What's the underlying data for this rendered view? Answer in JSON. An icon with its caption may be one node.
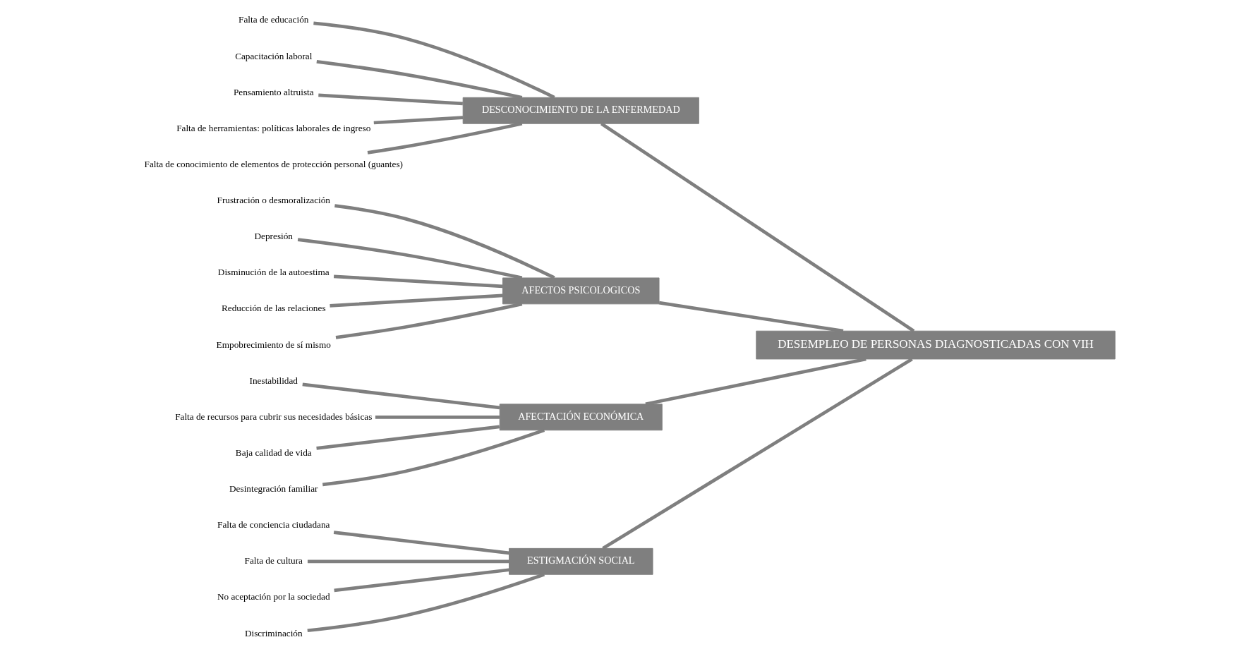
{
  "diagram": {
    "nodes": [
      {
        "text": [
          "ESTIGMACIÓN SOCIAL"
        ]
      },
      {
        "text": [
          "DESCONOCIMIENTO DE LA ENFERMEDAD"
        ]
      },
      {
        "text": [
          "DESEMPLEO DE PERSONAS DIAGNOSTICADAS CON VIH"
        ]
      },
      {
        "text": [
          "AFECTOS PSICOLOGICOS"
        ]
      },
      {
        "text": [
          "AFECTACIÓN ECONÓMICA"
        ]
      },
      {
        "text": [
          "Falta de conciencia ciudadana"
        ]
      },
      {
        "text": [
          "Falta de cultura"
        ]
      },
      {
        "text": [
          "No aceptación por la sociedad"
        ]
      },
      {
        "text": [
          "Discriminación"
        ]
      },
      {
        "text": [
          "Falta de educación"
        ]
      },
      {
        "text": [
          "Capacitación laboral"
        ]
      },
      {
        "text": [
          "Pensamiento altruista"
        ]
      },
      {
        "text": [
          "Falta de herramientas: políticas laborales de ingreso"
        ]
      },
      {
        "text": [
          "Falta de conocimiento de elementos de protección personal (guantes)"
        ]
      },
      {
        "text": [
          "Frustración o desmoralización"
        ]
      },
      {
        "text": [
          "Depresión"
        ]
      },
      {
        "text": [
          "Disminución de la autoestima"
        ]
      },
      {
        "text": [
          "Reducción de las relaciones"
        ]
      },
      {
        "text": [
          "Empobrecimiento de sí mismo"
        ]
      },
      {
        "text": [
          "Inestabilidad"
        ]
      },
      {
        "text": [
          "Falta de recursos para cubrir sus necesidades básicas"
        ]
      },
      {
        "text": [
          "Baja calidad de vida"
        ]
      },
      {
        "text": [
          "Desintegración familiar"
        ]
      }
    ],
    "edges": [
      {
        "from": 0,
        "to": 2,
        "arrow": "none"
      },
      {
        "from": 1,
        "to": 2,
        "arrow": "none"
      },
      {
        "from": 3,
        "to": 2,
        "arrow": "none"
      },
      {
        "from": 4,
        "to": 2,
        "arrow": "none"
      },
      {
        "from": 5,
        "to": 0,
        "arrow": "none"
      },
      {
        "from": 6,
        "to": 0,
        "arrow": "none"
      },
      {
        "from": 7,
        "to": 0,
        "arrow": "none"
      },
      {
        "from": 8,
        "to": 0,
        "arrow": "none"
      },
      {
        "from": 9,
        "to": 1,
        "arrow": "none"
      },
      {
        "from": 10,
        "to": 1,
        "arrow": "none"
      },
      {
        "from": 11,
        "to": 1,
        "arrow": "none"
      },
      {
        "from": 12,
        "to": 1,
        "arrow": "none"
      },
      {
        "from": 13,
        "to": 1,
        "arrow": "none"
      },
      {
        "from": 14,
        "to": 3,
        "arrow": "none"
      },
      {
        "from": 15,
        "to": 3,
        "arrow": "none"
      },
      {
        "from": 16,
        "to": 3,
        "arrow": "none"
      },
      {
        "from": 17,
        "to": 3,
        "arrow": "none"
      },
      {
        "from": 18,
        "to": 3,
        "arrow": "none"
      },
      {
        "from": 19,
        "to": 4,
        "arrow": "none"
      },
      {
        "from": 20,
        "to": 4,
        "arrow": "none"
      },
      {
        "from": 21,
        "to": 4,
        "arrow": "none"
      },
      {
        "from": 22,
        "to": 4,
        "arrow": "none"
      }
    ]
  }
}
